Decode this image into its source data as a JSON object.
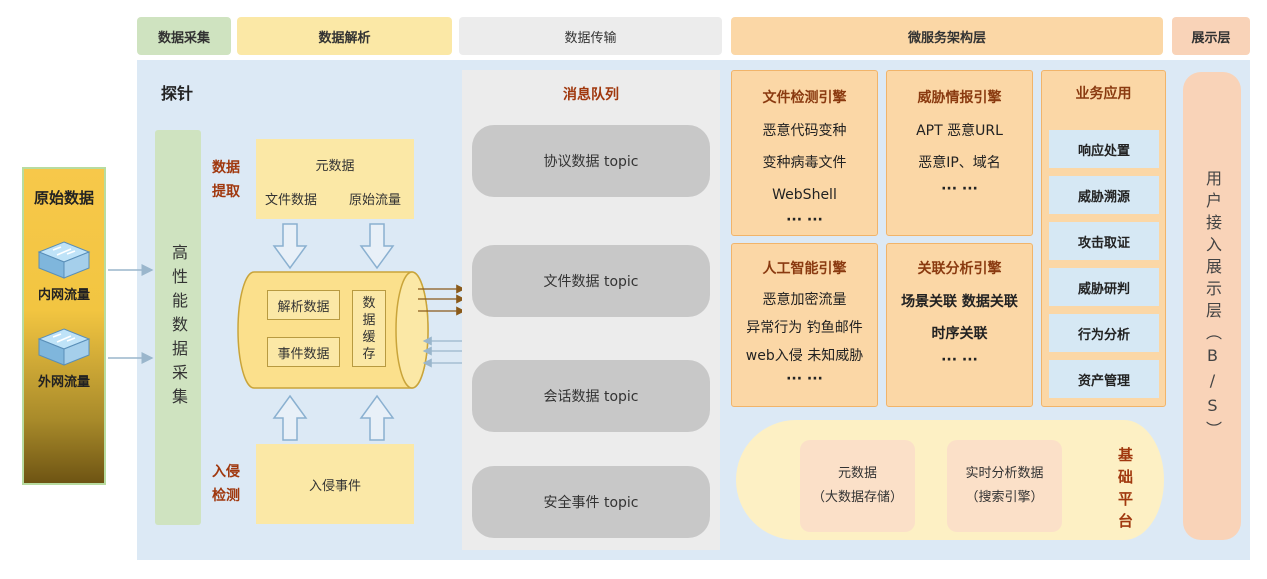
{
  "headers": {
    "collection": "数据采集",
    "parsing": "数据解析",
    "transport": "数据传输",
    "microservice": "微服务架构层",
    "display": "展示层"
  },
  "raw_data": {
    "title": "原始数据",
    "internal": "内网流量",
    "external": "外网流量"
  },
  "probe": {
    "title": "探针",
    "collector": "高性能数据采集",
    "extract_label": "数据提取",
    "extract_box": {
      "meta": "元数据",
      "file": "文件数据",
      "raw": "原始流量"
    },
    "cylinder": {
      "parsed": "解析数据",
      "events": "事件数据",
      "cache": "数据缓存"
    },
    "intrusion_label": "入侵检测",
    "intrusion_box": "入侵事件"
  },
  "queue": {
    "title": "消息队列",
    "topics": [
      "协议数据  topic",
      "文件数据  topic",
      "会话数据  topic",
      "安全事件  topic"
    ]
  },
  "engines": {
    "file": {
      "title": "文件检测引擎",
      "lines": [
        "恶意代码变种",
        "变种病毒文件",
        "WebShell",
        "··· ···"
      ]
    },
    "threat": {
      "title": "威胁情报引擎",
      "lines": [
        "APT  恶意URL",
        "恶意IP、域名",
        "··· ···"
      ]
    },
    "ai": {
      "title": "人工智能引擎",
      "lines": [
        "恶意加密流量",
        "异常行为  钓鱼邮件",
        "web入侵  未知威胁",
        "··· ···"
      ]
    },
    "correlation": {
      "title": "关联分析引擎",
      "lines": [
        "场景关联  数据关联",
        "时序关联",
        "··· ···"
      ]
    }
  },
  "business": {
    "title": "业务应用",
    "items": [
      "响应处置",
      "威胁溯源",
      "攻击取证",
      "威胁研判",
      "行为分析",
      "资产管理"
    ]
  },
  "platform": {
    "label": "基础平台",
    "meta": "元数据",
    "meta_sub": "（大数据存储）",
    "realtime": "实时分析数据",
    "realtime_sub": "（搜索引擎）"
  },
  "display_layer": "用户接入展示层（B/S）",
  "colors": {
    "collection_bg": "#cfe3c0",
    "parsing_bg": "#fbe8a6",
    "transport_bg": "#ececec",
    "micro_bg": "#fbd7a6",
    "display_bg": "#f9d3b8",
    "panel_bg": "#dce9f5",
    "service_title": "#8a3a10"
  }
}
